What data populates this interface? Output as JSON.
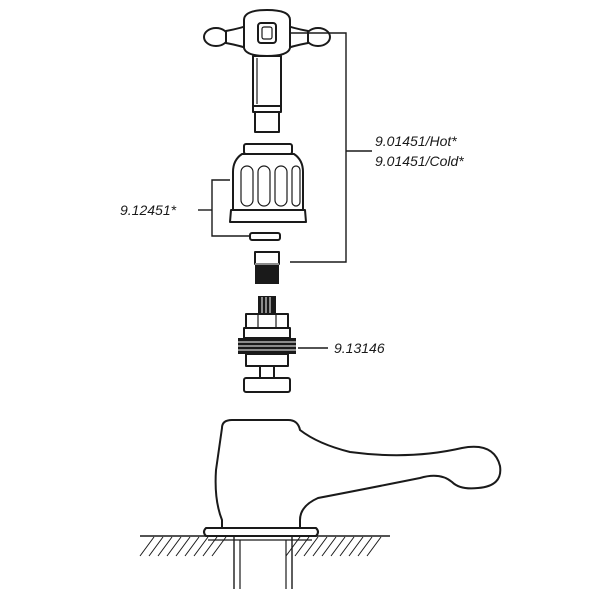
{
  "labels": {
    "handle_hot": "9.01451/Hot*",
    "handle_cold": "9.01451/Cold*",
    "shroud": "9.12451*",
    "headwork": "9.13146"
  },
  "colors": {
    "line": "#1a1a1a",
    "background": "#ffffff"
  }
}
